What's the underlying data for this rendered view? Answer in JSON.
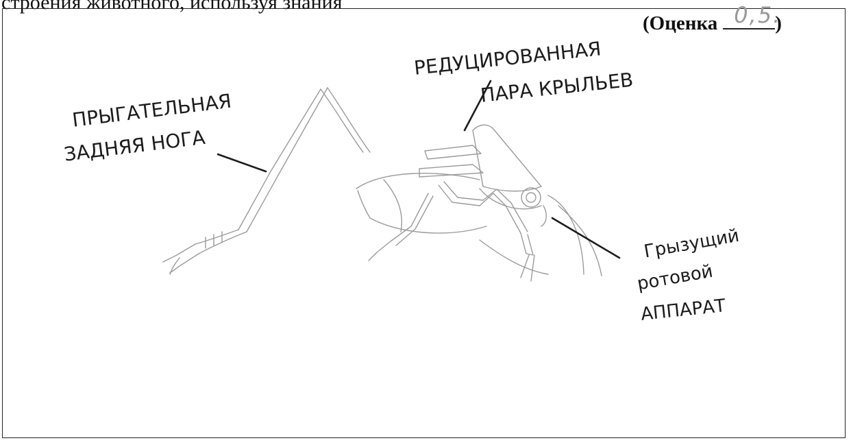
{
  "page": {
    "instruction_fragment": "строения животного, используя знания"
  },
  "grade": {
    "label": "(Оценка",
    "value": "0,5.",
    "close": ")"
  },
  "labels": {
    "leg": [
      "ПРЫГАТЕЛЬНАЯ",
      "ЗАДНЯЯ НОГА"
    ],
    "wings": [
      "РЕДУЦИРОВАННАЯ",
      "ПАРА КРЫЛЬЕВ"
    ],
    "mouth": [
      "Грызущий",
      "ротовой",
      "АППАРАТ"
    ]
  },
  "colors": {
    "ink": "#1c1c1c",
    "pencil": "#9a9a9a",
    "grade_pencil": "#999999"
  }
}
